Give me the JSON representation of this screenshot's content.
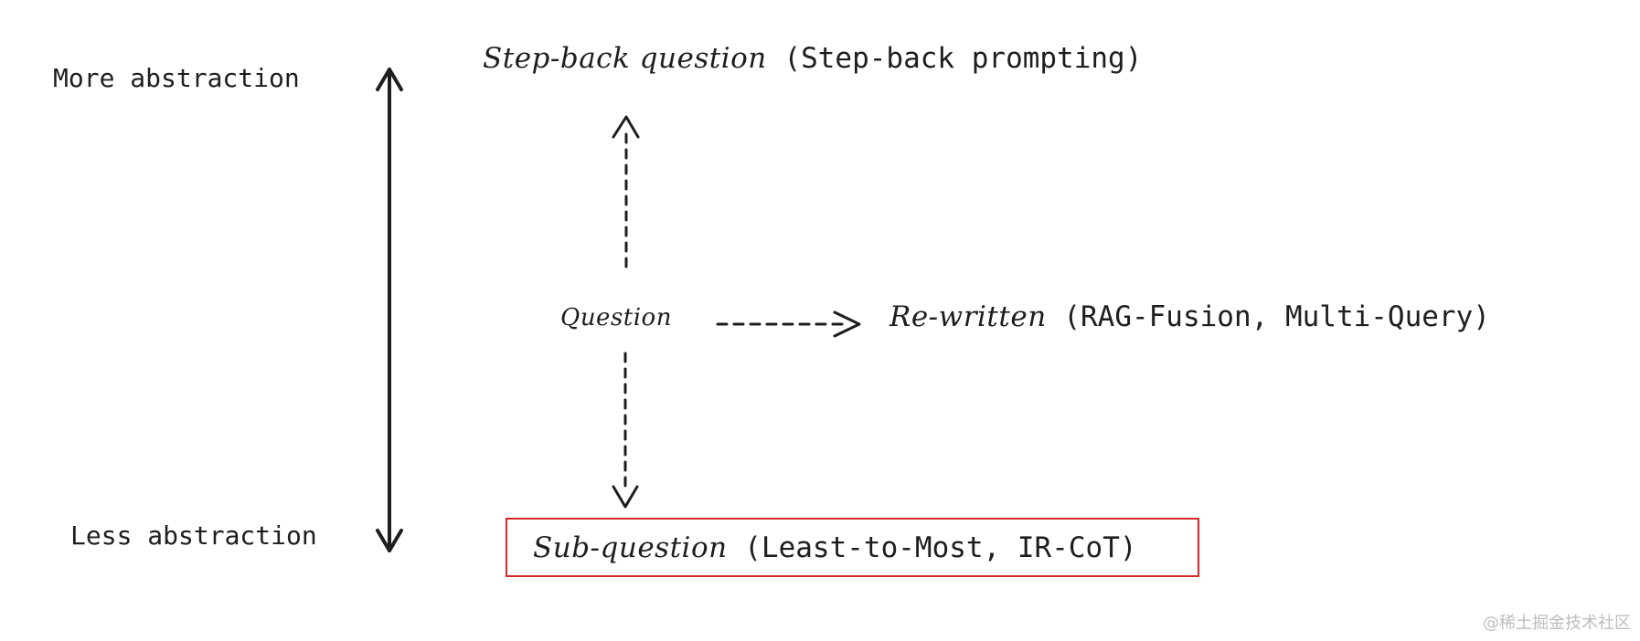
{
  "diagram": {
    "axis": {
      "top_label": "More abstraction",
      "bottom_label": "Less abstraction"
    },
    "nodes": {
      "step_back": {
        "title": "Step-back question",
        "detail": "(Step-back prompting)"
      },
      "question": {
        "title": "Question"
      },
      "rewritten": {
        "title": "Re-written",
        "detail": "(RAG-Fusion, Multi-Query)"
      },
      "sub_question": {
        "title": "Sub-question",
        "detail": "(Least-to-Most, IR-CoT)",
        "highlight_color": "#d62828"
      }
    },
    "arrows": {
      "up_style": "dashed",
      "right_style": "dashed",
      "down_style": "dashed",
      "axis_style": "double-headed"
    }
  },
  "watermark": {
    "text": "@稀土掘金技术社区"
  }
}
